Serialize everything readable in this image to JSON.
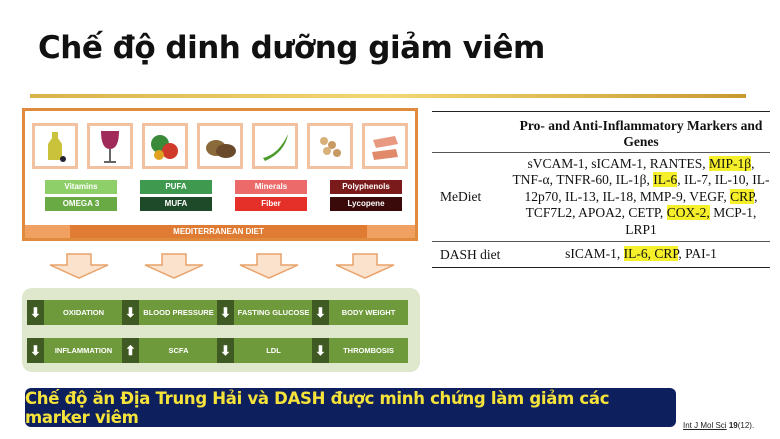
{
  "title": "Chế độ dinh dưỡng giảm viêm",
  "diagram": {
    "foods": [
      "olive-oil",
      "red-wine",
      "vegetables",
      "bread",
      "green-pea",
      "nuts",
      "fish"
    ],
    "nutrients": [
      {
        "top": "Vitamins",
        "bottom": "OMEGA 3",
        "top_color": "#8fcf6a",
        "bottom_color": "#6aaa45"
      },
      {
        "top": "PUFA",
        "bottom": "MUFA",
        "top_color": "#3f9a50",
        "bottom_color": "#1f4a2a"
      },
      {
        "top": "Minerals",
        "bottom": "Fiber",
        "top_color": "#ec6a6a",
        "bottom_color": "#e5302a"
      },
      {
        "top": "Polyphenols",
        "bottom": "Lycopene",
        "top_color": "#7a1a1a",
        "bottom_color": "#3a0a0a"
      }
    ],
    "banner": "MEDITERRANEAN DIET",
    "effects": [
      {
        "label": "OXIDATION",
        "dir": "down"
      },
      {
        "label": "BLOOD PRESSURE",
        "dir": "down"
      },
      {
        "label": "FASTING GLUCOSE",
        "dir": "down"
      },
      {
        "label": "BODY WEIGHT",
        "dir": "down"
      },
      {
        "label": "INFLAMMATION",
        "dir": "down"
      },
      {
        "label": "SCFA",
        "dir": "up"
      },
      {
        "label": "LDL",
        "dir": "down"
      },
      {
        "label": "THROMBOSIS",
        "dir": "down"
      }
    ]
  },
  "table": {
    "header": "Pro- and Anti-Inflammatory Markers and Genes",
    "rows": [
      {
        "diet": "MeDiet",
        "parts": [
          [
            "sVCAM-1, sICAM-1, RANTES, ",
            false
          ],
          [
            "MIP-1β",
            true
          ],
          [
            ", TNF-α, TNFR-60, IL-1β, ",
            false
          ],
          [
            "IL-6",
            true
          ],
          [
            ", IL-7, IL-10, IL-12p70, IL-13, IL-18, MMP-9, VEGF, ",
            false
          ],
          [
            "CRP",
            true
          ],
          [
            ", TCF7L2, APOA2, CETP, ",
            false
          ],
          [
            "COX-2,",
            true
          ],
          [
            " MCP-1, LRP1",
            false
          ]
        ]
      },
      {
        "diet": "DASH diet",
        "parts": [
          [
            "sICAM-1, ",
            false
          ],
          [
            "IL-6, CRP",
            true
          ],
          [
            ", PAI-1",
            false
          ]
        ]
      }
    ]
  },
  "caption": "Chế độ ăn Địa Trung Hải và DASH được minh chứng làm giảm các marker viêm",
  "citation": {
    "journal": "Int J Mol Sci",
    "volume": "19",
    "issue": "(12)."
  }
}
